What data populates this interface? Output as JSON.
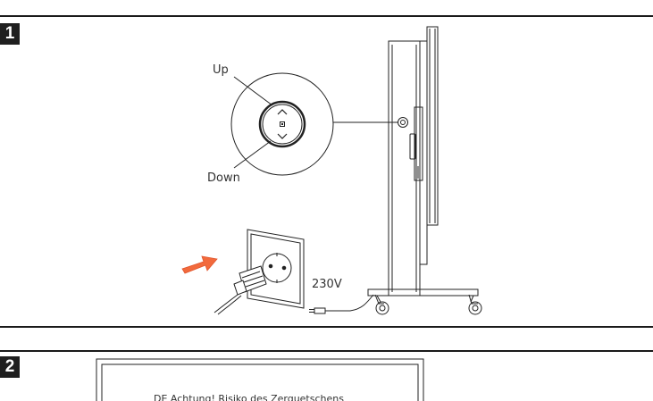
{
  "step1": {
    "number": "1",
    "control_labels": {
      "up": "Up",
      "down": "Down"
    },
    "voltage": "230V"
  },
  "step2": {
    "number": "2",
    "warning_text": "DE   Achtung! Risiko des Zerquetschens"
  },
  "colors": {
    "arrow": "#f26a3c",
    "line": "#222222"
  },
  "icons": [
    "up-chevron-icon",
    "down-chevron-icon",
    "power-plug-icon",
    "socket-icon",
    "caster-wheel-icon"
  ]
}
